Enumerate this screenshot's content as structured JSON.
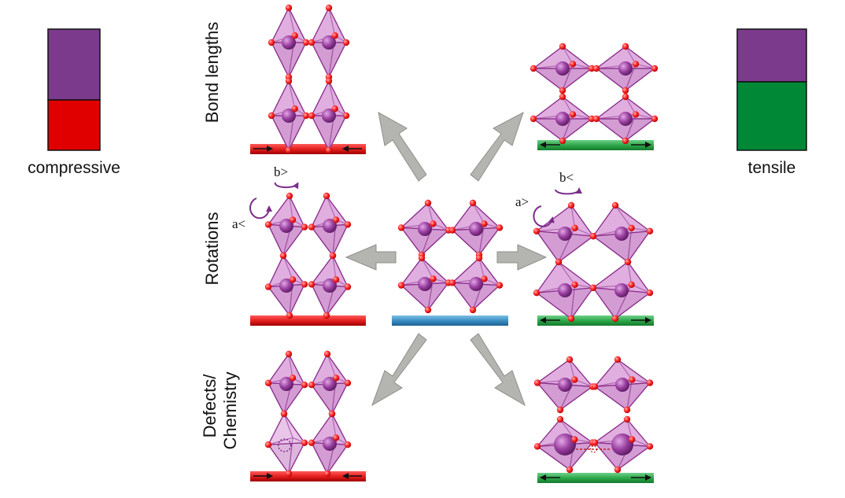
{
  "legend": {
    "compressive": {
      "label": "compressive",
      "colors": [
        "#7b3a8c",
        "#e00000"
      ],
      "fractions": [
        0.6,
        0.4
      ]
    },
    "tensile": {
      "label": "tensile",
      "colors": [
        "#7b3a8c",
        "#008836"
      ],
      "fractions": [
        0.4,
        0.6
      ]
    }
  },
  "row_labels": {
    "bond_lengths": "Bond lengths",
    "rotations": "Rotations",
    "defects_line1": "Defects/",
    "defects_line2": "Chemistry"
  },
  "rotation_labels": {
    "compressive_b": "b>",
    "compressive_a": "a<",
    "tensile_b": "b<",
    "tensile_a": "a>"
  },
  "colors": {
    "octahedron_face": "#d9a3d9",
    "octahedron_edge": "#8a2d8a",
    "b_site_atom": "#9a3fa0",
    "oxygen": "#ff2a2a",
    "compressive_substrate": "#e52020",
    "tensile_substrate": "#2ea84a",
    "neutral_substrate": "#3a8fc4",
    "arrow": "#b4b4b0",
    "rotation_arrow": "#7b2d8b"
  }
}
